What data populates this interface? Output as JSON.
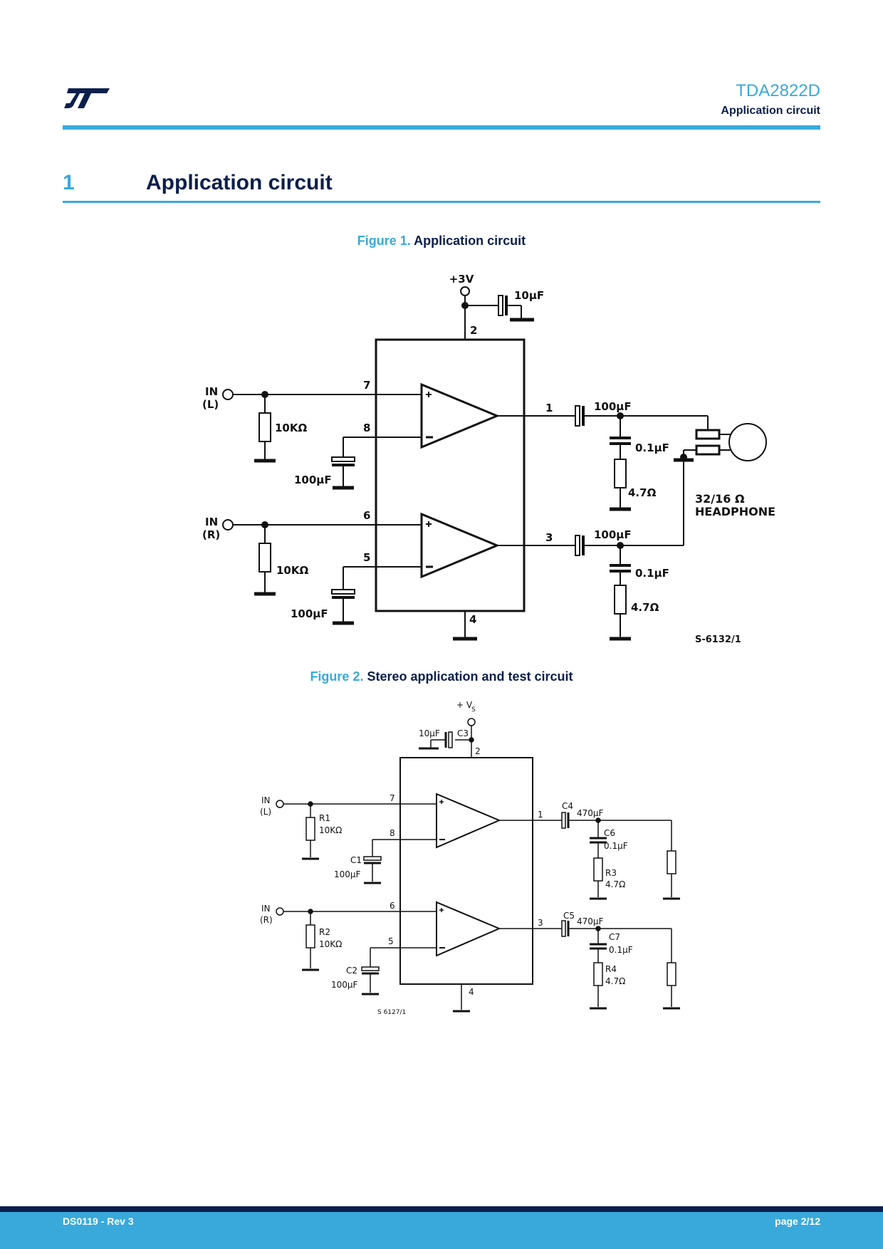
{
  "header": {
    "part_number": "TDA2822D",
    "section_name": "Application circuit",
    "accent_color": "#39a9dc",
    "navy_color": "#0b1f4d"
  },
  "section": {
    "number": "1",
    "title": "Application circuit"
  },
  "figure1": {
    "label": "Figure 1.",
    "caption": "Application circuit",
    "supply": "+3V",
    "supply_cap": "10µF",
    "in_left": "IN",
    "in_left_ch": "(L)",
    "in_right": "IN",
    "in_right_ch": "(R)",
    "pins": [
      "7",
      "8",
      "6",
      "5",
      "2",
      "1",
      "3",
      "4"
    ],
    "input_res_top": "10KΩ",
    "input_res_bot": "10KΩ",
    "fb_cap_top": "100µF",
    "fb_cap_bot": "100µF",
    "out_cap_top": "100µF",
    "out_cap_bot": "100µF",
    "snub_cap_top": "0.1µF",
    "snub_cap_bot": "0.1µF",
    "snub_res_top": "4.7Ω",
    "snub_res_bot": "4.7Ω",
    "headphone_imp": "32/16 Ω",
    "headphone_label": "HEADPHONE",
    "drawing_code": "S-6132/1"
  },
  "figure2": {
    "label": "Figure 2.",
    "caption": "Stereo application and test circuit",
    "supply": "+ V",
    "supply_sub": "S",
    "c3_val": "10µF",
    "c3": "C3",
    "in_left": "IN",
    "in_left_ch": "(L)",
    "in_right": "IN",
    "in_right_ch": "(R)",
    "r1": "R1",
    "r1_val": "10KΩ",
    "r2": "R2",
    "r2_val": "10KΩ",
    "c1": "C1",
    "c1_val": "100µF",
    "c2": "C2",
    "c2_val": "100µF",
    "pins": [
      "7",
      "8",
      "6",
      "5",
      "2",
      "1",
      "3",
      "4"
    ],
    "c4": "C4",
    "c4_val": "470µF",
    "c5": "C5",
    "c5_val": "470µF",
    "c6": "C6",
    "c6_val": "0.1µF",
    "c7": "C7",
    "c7_val": "0.1µF",
    "r3": "R3",
    "r3_val": "4.7Ω",
    "r4": "R4",
    "r4_val": "4.7Ω",
    "drawing_code": "S 6127/1"
  },
  "footer": {
    "doc_id": "DS0119 - Rev 3",
    "page": "page 2/12"
  }
}
